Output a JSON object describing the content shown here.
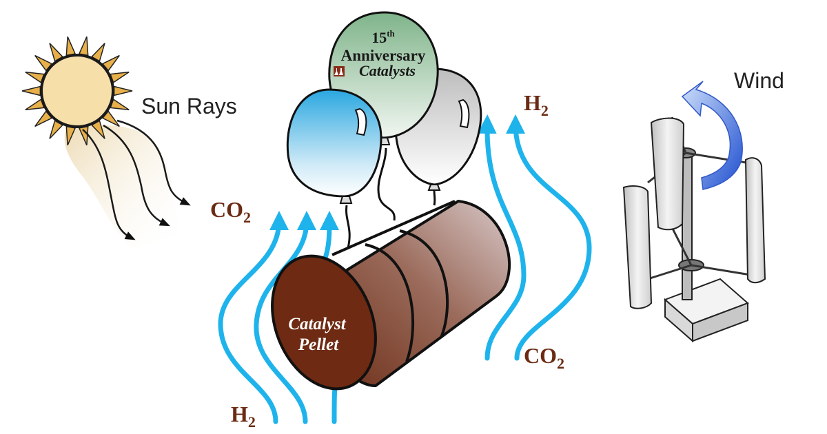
{
  "labels": {
    "sun": "Sun Rays",
    "wind": "Wind",
    "pellet_line1": "Catalyst",
    "pellet_line2": "Pellet",
    "balloon_number": "15",
    "balloon_superscript": "th",
    "balloon_line2": "Anniversary",
    "balloon_line3": "Catalysts"
  },
  "chemicals": {
    "co2_left": {
      "base": "CO",
      "sub": "2"
    },
    "h2_bottom": {
      "base": "H",
      "sub": "2"
    },
    "h2_top": {
      "base": "H",
      "sub": "2"
    },
    "co2_bottom": {
      "base": "CO",
      "sub": "2"
    }
  },
  "colors": {
    "flow_arrow": "#1fb3ec",
    "chem_text": "#6b2a12",
    "pellet_dark": "#5a2412",
    "pellet_light": "#c9b2b0",
    "sun_fill": "#f7d9a0",
    "sun_ray": "#e0a83c",
    "balloon_blue": "#4db7e6",
    "balloon_green": "#8fbf98",
    "balloon_grey": "#c8c8c8",
    "wind_arrow": "#2a62d6"
  },
  "icons": [
    "sun-icon",
    "wind-turbine-icon",
    "rotation-arrow-icon",
    "flask-logo-icon"
  ]
}
